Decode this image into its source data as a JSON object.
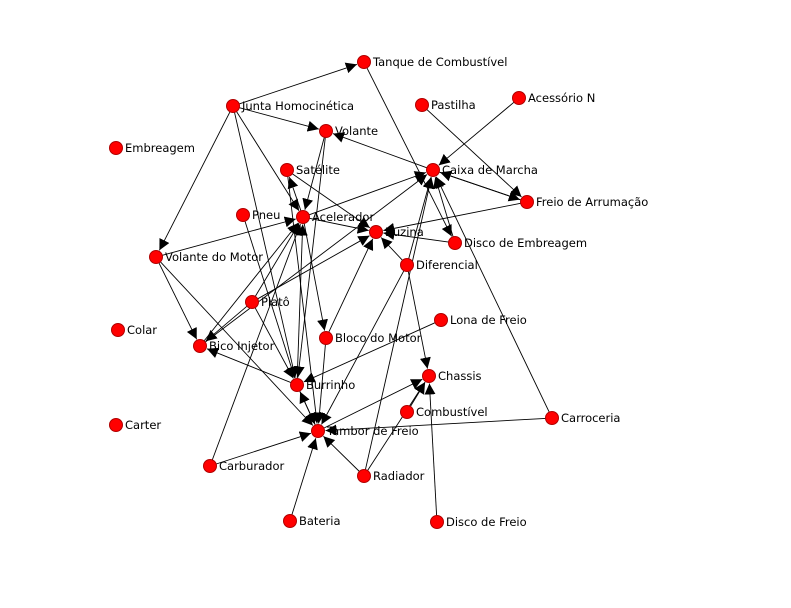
{
  "graph": {
    "colors": {
      "node": "#ff0000",
      "node_stroke": "#b00000",
      "edge": "#000000",
      "background": "#ffffff"
    },
    "nodes": [
      {
        "id": "tanque",
        "label": "Tanque de Combustível"
      },
      {
        "id": "junta",
        "label": "Junta Homocinética"
      },
      {
        "id": "pastilha",
        "label": "Pastilha"
      },
      {
        "id": "acessorio",
        "label": "Acessório N"
      },
      {
        "id": "volante",
        "label": "Volante"
      },
      {
        "id": "embreagem",
        "label": "Embreagem"
      },
      {
        "id": "satelite",
        "label": "Satélite"
      },
      {
        "id": "caixa",
        "label": "Caixa de Marcha"
      },
      {
        "id": "freioarr",
        "label": "Freio de Arrumação"
      },
      {
        "id": "pneu",
        "label": "Pneu"
      },
      {
        "id": "acelerador",
        "label": "Acelerador"
      },
      {
        "id": "buzina",
        "label": "Buzina"
      },
      {
        "id": "discoemb",
        "label": "Disco de Embreagem"
      },
      {
        "id": "volmotor",
        "label": "Volante do Motor"
      },
      {
        "id": "diferencial",
        "label": "Diferencial"
      },
      {
        "id": "plato",
        "label": "Platô"
      },
      {
        "id": "lona",
        "label": "Lona de Freio"
      },
      {
        "id": "colar",
        "label": "Colar"
      },
      {
        "id": "bloco",
        "label": "Bloco do Motor"
      },
      {
        "id": "bico",
        "label": "Bico Injetor"
      },
      {
        "id": "chassis",
        "label": "Chassis"
      },
      {
        "id": "burrinho",
        "label": "Burrinho"
      },
      {
        "id": "combustivel",
        "label": "Combustível"
      },
      {
        "id": "carroceria",
        "label": "Carroceria"
      },
      {
        "id": "carter",
        "label": "Carter"
      },
      {
        "id": "tambor",
        "label": "Tambor de Freio"
      },
      {
        "id": "carburador",
        "label": "Carburador"
      },
      {
        "id": "radiador",
        "label": "Radiador"
      },
      {
        "id": "bateria",
        "label": "Bateria"
      },
      {
        "id": "discofreio",
        "label": "Disco de Freio"
      }
    ],
    "edges": [
      [
        "junta",
        "tanque"
      ],
      [
        "junta",
        "volante"
      ],
      [
        "junta",
        "volmotor"
      ],
      [
        "junta",
        "acelerador"
      ],
      [
        "junta",
        "burrinho"
      ],
      [
        "tanque",
        "discoemb"
      ],
      [
        "volante",
        "acelerador"
      ],
      [
        "volante",
        "burrinho"
      ],
      [
        "caixa",
        "volante"
      ],
      [
        "caixa",
        "freioarr"
      ],
      [
        "pastilha",
        "freioarr"
      ],
      [
        "acessorio",
        "caixa"
      ],
      [
        "satelite",
        "buzina"
      ],
      [
        "satelite",
        "tambor"
      ],
      [
        "acelerador",
        "satelite"
      ],
      [
        "acelerador",
        "caixa"
      ],
      [
        "acelerador",
        "buzina"
      ],
      [
        "acelerador",
        "bloco"
      ],
      [
        "pneu",
        "burrinho"
      ],
      [
        "volmotor",
        "acelerador"
      ],
      [
        "volmotor",
        "bico"
      ],
      [
        "volmotor",
        "tambor"
      ],
      [
        "discoemb",
        "caixa"
      ],
      [
        "discoemb",
        "buzina"
      ],
      [
        "freioarr",
        "caixa"
      ],
      [
        "freioarr",
        "buzina"
      ],
      [
        "diferencial",
        "caixa"
      ],
      [
        "diferencial",
        "buzina"
      ],
      [
        "diferencial",
        "chassis"
      ],
      [
        "diferencial",
        "tambor"
      ],
      [
        "plato",
        "bico"
      ],
      [
        "plato",
        "acelerador"
      ],
      [
        "plato",
        "buzina"
      ],
      [
        "plato",
        "burrinho"
      ],
      [
        "bico",
        "acelerador"
      ],
      [
        "bico",
        "caixa"
      ],
      [
        "bloco",
        "buzina"
      ],
      [
        "bloco",
        "tambor"
      ],
      [
        "burrinho",
        "acelerador"
      ],
      [
        "burrinho",
        "tambor"
      ],
      [
        "burrinho",
        "bico"
      ],
      [
        "lona",
        "burrinho"
      ],
      [
        "tambor",
        "chassis"
      ],
      [
        "tambor",
        "burrinho"
      ],
      [
        "combustivel",
        "chassis"
      ],
      [
        "carroceria",
        "tambor"
      ],
      [
        "carroceria",
        "caixa"
      ],
      [
        "carburador",
        "tambor"
      ],
      [
        "carburador",
        "acelerador"
      ],
      [
        "radiador",
        "tambor"
      ],
      [
        "radiador",
        "chassis"
      ],
      [
        "radiador",
        "caixa"
      ],
      [
        "bateria",
        "tambor"
      ],
      [
        "discofreio",
        "chassis"
      ]
    ]
  }
}
